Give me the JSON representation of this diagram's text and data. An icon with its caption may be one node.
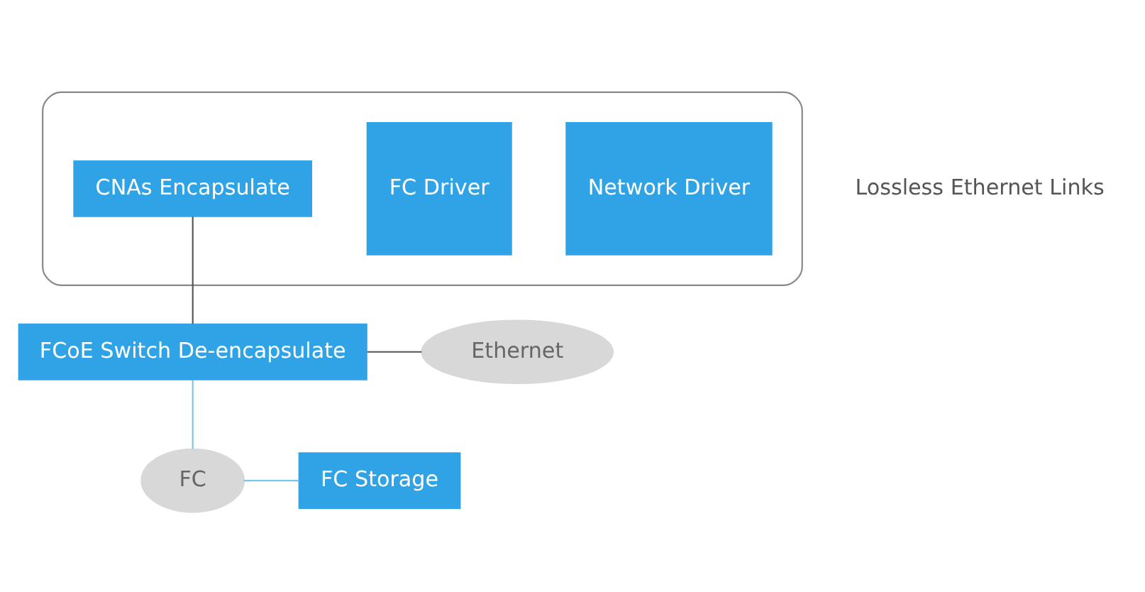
{
  "diagram": {
    "nodes": [
      {
        "text": [],
        "shape": "box"
      },
      {
        "text": [
          "Network Driver"
        ],
        "in": 0
      },
      {
        "text": [
          "FC Driver"
        ],
        "in": 0
      },
      {
        "text": [
          "CNAs Encapsulate"
        ],
        "in": 0
      },
      {
        "text": [
          "FCoE Switch De-encapsulate"
        ]
      },
      {
        "text": [
          "Ethernet"
        ]
      },
      {
        "text": [
          "FC"
        ]
      },
      {
        "text": [
          "FC Storage"
        ]
      }
    ],
    "edges": [
      {
        "from": 3,
        "to": 4,
        "arrow": "none"
      },
      {
        "from": 4,
        "to": 5,
        "arrow": "none"
      },
      {
        "from": 4,
        "to": 6,
        "arrow": "none",
        "color": "#7cc4ea"
      },
      {
        "from": 6,
        "to": 7,
        "arrow": "none",
        "color": "#7cc4ea"
      }
    ],
    "labels": [
      "Lossless Ethernet Links"
    ]
  }
}
